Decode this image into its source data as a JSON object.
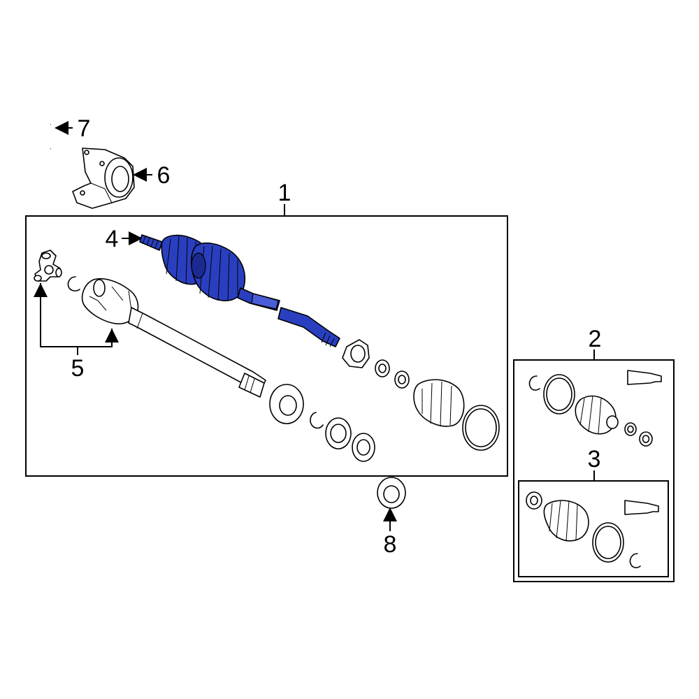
{
  "callouts": {
    "c1": "1",
    "c2": "2",
    "c3": "3",
    "c4": "4",
    "c5": "5",
    "c6": "6",
    "c7": "7",
    "c8": "8"
  },
  "colors": {
    "highlight": "#2a3fbf",
    "line": "#000000",
    "background": "#ffffff"
  },
  "highlighted_part": "4"
}
